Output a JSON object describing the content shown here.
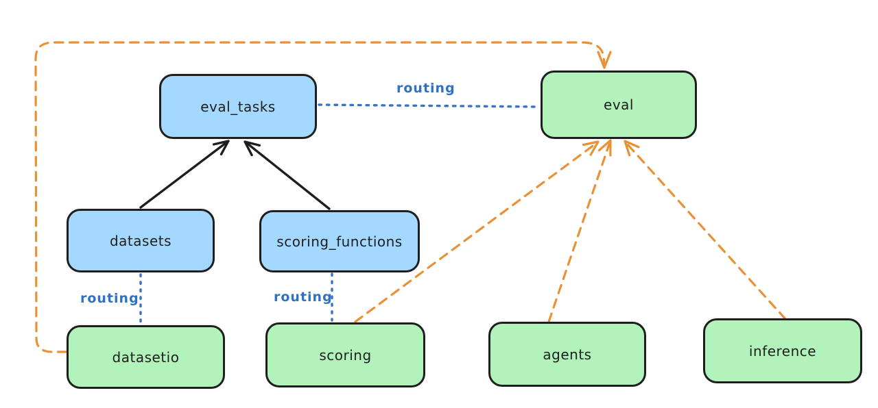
{
  "diagram": {
    "nodes": {
      "eval_tasks": {
        "label": "eval_tasks",
        "kind": "resource"
      },
      "eval": {
        "label": "eval",
        "kind": "api"
      },
      "datasets": {
        "label": "datasets",
        "kind": "resource"
      },
      "scoring_functions": {
        "label": "scoring_functions",
        "kind": "resource"
      },
      "datasetio": {
        "label": "datasetio",
        "kind": "api"
      },
      "scoring": {
        "label": "scoring",
        "kind": "api"
      },
      "agents": {
        "label": "agents",
        "kind": "api"
      },
      "inference": {
        "label": "inference",
        "kind": "api"
      }
    },
    "edges": {
      "routing_eval_tasks_to_eval": {
        "label": "routing",
        "style": "dotted-blue"
      },
      "routing_datasets_to_datasetio": {
        "label": "routing",
        "style": "dotted-blue"
      },
      "routing_scoring_functions_to_scoring": {
        "label": "routing",
        "style": "dotted-blue"
      },
      "datasets_to_eval_tasks": {
        "label": "",
        "style": "solid-black-arrow"
      },
      "scoring_functions_to_eval_tasks": {
        "label": "",
        "style": "solid-black-arrow"
      },
      "datasetio_to_eval": {
        "label": "",
        "style": "dashed-orange-arrow"
      },
      "scoring_to_eval": {
        "label": "",
        "style": "dashed-orange-arrow"
      },
      "agents_to_eval": {
        "label": "",
        "style": "dashed-orange-arrow"
      },
      "inference_to_eval": {
        "label": "",
        "style": "dashed-orange-arrow"
      }
    },
    "colors": {
      "node_blue_fill": "#a5d8ff",
      "node_green_fill": "#b2f2bb",
      "node_stroke": "#1e1e1e",
      "routing_blue": "#2e72c5",
      "dashed_orange": "#eb9135",
      "background": "#ffffff"
    }
  }
}
